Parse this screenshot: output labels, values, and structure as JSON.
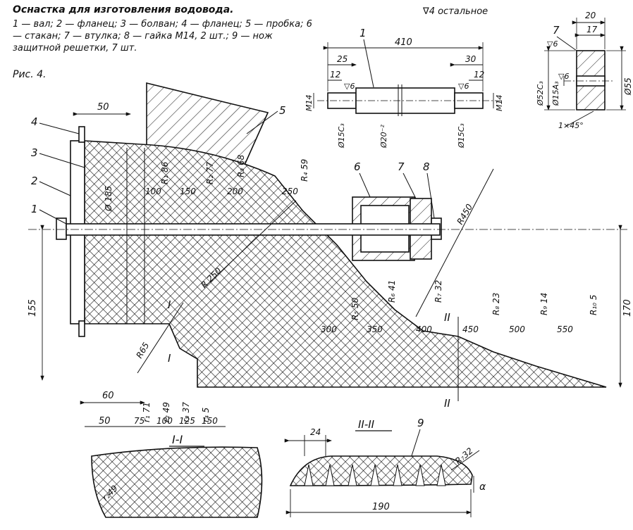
{
  "caption": {
    "title": "Оснастка для изготовления водовода.",
    "legend": "1 — вал; 2 — фланец; 3 — болван; 4 — фланец; 5 — пробка; 6 — стакан; 7 — втулка; 8 — гайка М14, 2 шт.; 9 — нож защитной решетки, 7 шт.",
    "figure": "Рис. 4.",
    "roughness": "∇4 остальное"
  },
  "parts": {
    "p1": "1",
    "p2": "2",
    "p3": "3",
    "p4": "4",
    "p5": "5",
    "p6": "6",
    "p7": "7",
    "p8": "8",
    "p9": "9"
  },
  "shaft": {
    "len_total": "410",
    "len_25": "25",
    "len_12a": "12",
    "len_30": "30",
    "len_12b": "12",
    "thread_left": "M14",
    "thread_right": "M14",
    "dia_left": "Ø15C₃",
    "dia_mid": "Ø20⁻²",
    "dia_right": "Ø15C₃",
    "rough_a": "▽6",
    "rough_b": "▽6"
  },
  "bushing": {
    "w20": "20",
    "w17": "17",
    "rough": "▽6",
    "rough2": "▽6",
    "d52": "Ø52C₃",
    "d15": "Ø15A₃",
    "d55": "Ø55",
    "chamfer": "1×45°"
  },
  "main": {
    "dim50": "50",
    "dia185": "Ø 185",
    "r1": "R₁ 86",
    "r2": "R₂ 77",
    "r3": "R₃ 68",
    "r4": "R₄ 59",
    "r5": "R₅ 50",
    "r6": "R₆ 41",
    "r7": "R₇ 32",
    "r8": "R₈ 23",
    "r9": "R₉ 14",
    "r10": "R₁₀ 5",
    "r250": "R 250",
    "r450": "R450",
    "r65": "R65",
    "s100": "100",
    "s150": "150",
    "s200": "200",
    "s250": "250",
    "s300": "300",
    "s350": "350",
    "s400": "400",
    "s450": "450",
    "s500": "500",
    "s550": "550",
    "h155": "155",
    "h170": "170",
    "sec1": "I",
    "sec2": "II",
    "rr1": "r₁ 71",
    "rr2": "r₂ 49",
    "rr3": "r₃ 37",
    "rr4": "r₄ 5",
    "b60": "60",
    "b50": "50",
    "b75": "75",
    "b100": "100",
    "b125": "125",
    "b150": "150"
  },
  "section_I": {
    "title": "I-I",
    "radius": "r₂49"
  },
  "section_II": {
    "title": "II-II",
    "w24": "24",
    "r32": "R₇32",
    "alpha": "α",
    "w190": "190"
  }
}
